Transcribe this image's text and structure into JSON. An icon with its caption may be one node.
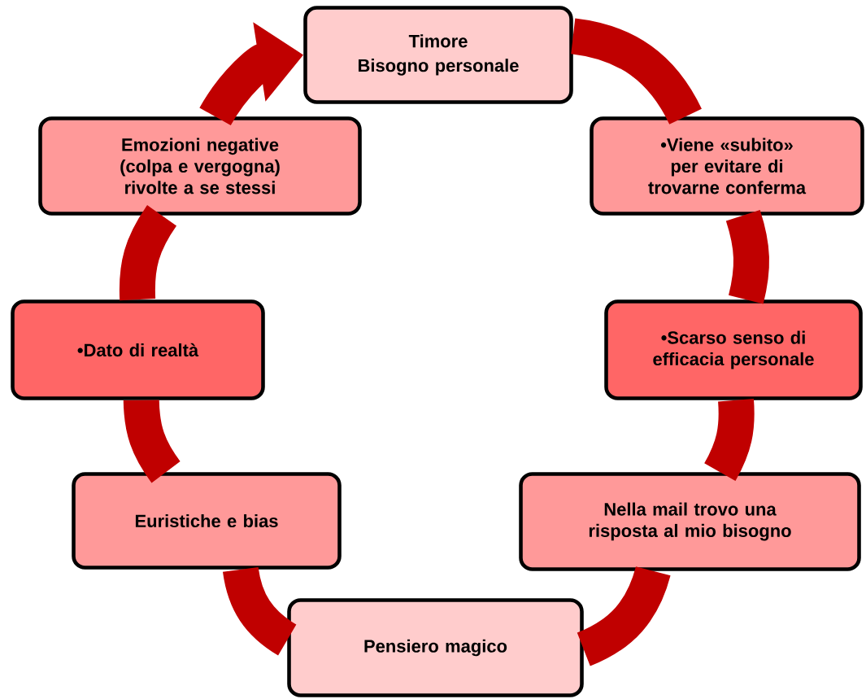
{
  "diagram": {
    "nodes": [
      {
        "text": [
          "Timore",
          "Bisogno personale"
        ]
      },
      {
        "text": [
          "•Viene «subito» per evitare di trovarne conferma"
        ]
      },
      {
        "text": [
          "•Scarso senso di efficacia personale"
        ]
      },
      {
        "text": [
          "Nella mail trovo una risposta al mio bisogno"
        ]
      },
      {
        "text": [
          "Pensiero magico"
        ]
      },
      {
        "text": [
          "Euristiche e bias"
        ]
      },
      {
        "text": [
          "•Dato di realtà"
        ]
      },
      {
        "text": [
          "Emozioni negative (colpa e vergogna) rivolte a se stessi"
        ]
      }
    ],
    "edges": [
      {
        "from": 0,
        "to": 1,
        "arrow": "none"
      },
      {
        "from": 1,
        "to": 2,
        "arrow": "none"
      },
      {
        "from": 2,
        "to": 3,
        "arrow": "none"
      },
      {
        "from": 3,
        "to": 4,
        "arrow": "none"
      },
      {
        "from": 4,
        "to": 5,
        "arrow": "none"
      },
      {
        "from": 5,
        "to": 6,
        "arrow": "none"
      },
      {
        "from": 6,
        "to": 7,
        "arrow": "none"
      },
      {
        "from": 7,
        "to": 0,
        "arrow": "to"
      }
    ]
  }
}
